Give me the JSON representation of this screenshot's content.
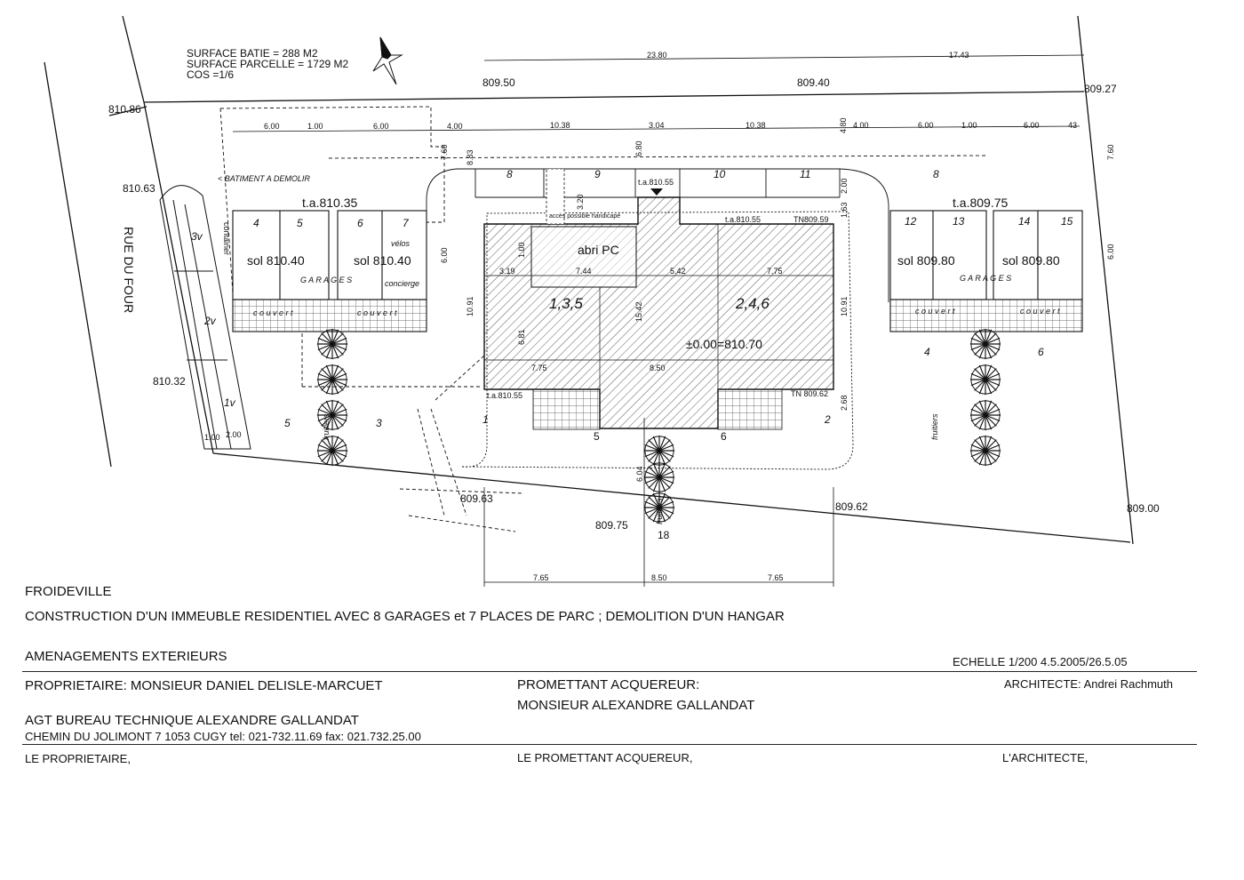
{
  "site": {
    "stats": [
      "SURFACE BATIE = 288 M2",
      "SURFACE PARCELLE = 1729 M2",
      "COS =1/6"
    ],
    "street": "RUE DU FOUR",
    "demolish_label": "< BATIMENT A DEMOLIR",
    "container_label": "container",
    "velos_label": "vélos",
    "concierge_label": "concierge",
    "garages_label": "G A R A G E S",
    "covered_label": "c o u v e r t",
    "shelter_label": "abri PC",
    "access_label": "accès possible handicapé",
    "trees_label": "fruitiers",
    "left_group_label": "1,3,5",
    "right_group_label": "2,4,6",
    "zero_level": "±0.00=810.70",
    "left_garage_level": "t.a.810.35",
    "right_garage_level": "t.a.809.75",
    "entrance_level": "t.a.810.55",
    "ta_right": "t.a.810.55",
    "ta_bottom": "t.a.810.55",
    "tn_top": "TN809.59",
    "tn_bottom": "TN 809.62",
    "sol_labels": [
      "sol 810.40",
      "sol 810.40",
      "sol 809.80",
      "sol 809.80"
    ],
    "garage_numbers": [
      "4",
      "5",
      "6",
      "7",
      "12",
      "13",
      "14",
      "15"
    ],
    "parking_numbers": [
      "8",
      "9",
      "10",
      "11",
      "8"
    ],
    "visitor_spots": [
      "3v",
      "2v",
      "1v"
    ],
    "outdoor_numbers": [
      "5",
      "3",
      "1",
      "2",
      "4",
      "6",
      "5",
      "6",
      "18"
    ],
    "levels": [
      "810.86",
      "810.63",
      "810.32",
      "809.50",
      "809.40",
      "809.27",
      "809.63",
      "809.75",
      "809.62",
      "809.00"
    ],
    "dims_top": [
      "23.80",
      "17.43"
    ],
    "dims_row": [
      "6.00",
      "1.00",
      "6.00",
      "4.00",
      "10.38",
      "3.04",
      "10.38",
      "4.00",
      "6.00",
      "1.00",
      "6.00",
      "43"
    ],
    "dims_vertical": [
      "7.60",
      "8.83",
      "6.80",
      "4.80",
      "7.60",
      "6.00",
      "6.00",
      "10.91",
      "10.91",
      "2.00",
      "1.63",
      "3.20",
      "1.00",
      "6.81",
      "15.42",
      "2.68",
      "6.04"
    ],
    "dims_inner": [
      "3.19",
      "7.44",
      "5.42",
      "7.75",
      "7.75",
      "8.50"
    ],
    "dims_bottom": [
      "7.65",
      "8.50",
      "7.65"
    ],
    "dims_visitor": [
      "1.00",
      "2.00"
    ]
  },
  "title_block": {
    "place": "FROIDEVILLE",
    "project": "CONSTRUCTION D'UN IMMEUBLE RESIDENTIEL AVEC 8 GARAGES et 7 PLACES DE PARC ; DEMOLITION D'UN HANGAR",
    "sheet": "AMENAGEMENTS EXTERIEURS",
    "scale_date": "ECHELLE 1/200   4.5.2005/26.5.05",
    "owner": "PROPRIETAIRE: MONSIEUR DANIEL DELISLE-MARCUET",
    "buyer_title": "PROMETTANT ACQUEREUR:",
    "buyer_name": "MONSIEUR ALEXANDRE GALLANDAT",
    "architect": "ARCHITECTE: Andrei Rachmuth",
    "office": "AGT BUREAU TECHNIQUE ALEXANDRE GALLANDAT",
    "address": "CHEMIN DU JOLIMONT 7 1053 CUGY    tel: 021-732.11.69   fax: 021.732.25.00",
    "sign_owner": "LE PROPRIETAIRE,",
    "sign_buyer": "LE PROMETTANT ACQUEREUR,",
    "sign_architect": "L'ARCHITECTE,"
  }
}
